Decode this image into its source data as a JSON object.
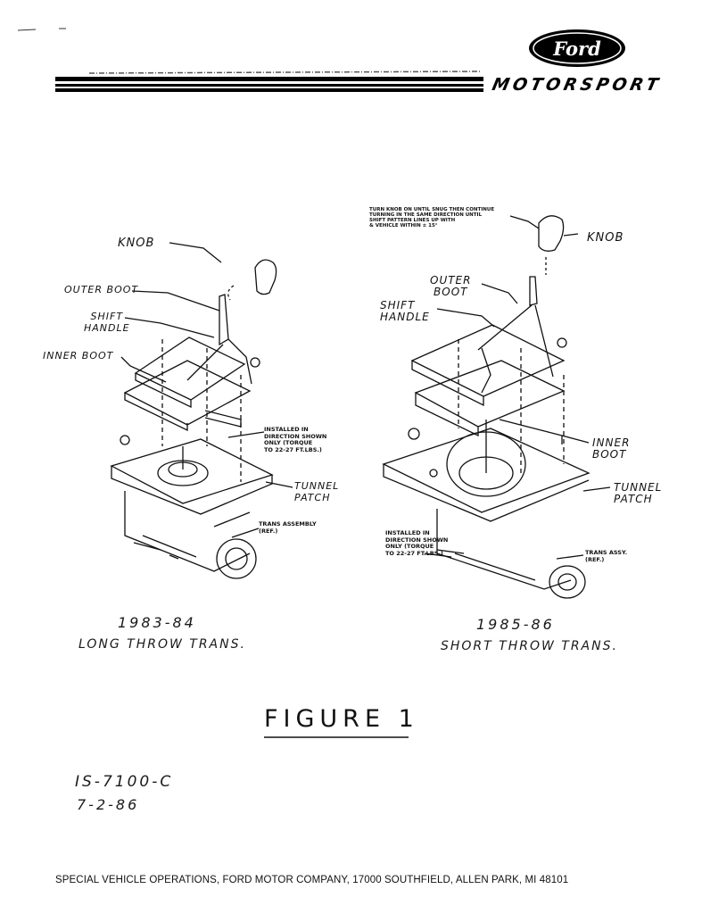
{
  "header": {
    "logo_text": "Ford",
    "brand_text": "MOTORSPORT"
  },
  "left_diagram": {
    "labels": {
      "knob": "KNOB",
      "outer_boot": "OUTER BOOT",
      "shift_handle": "SHIFT\nHANDLE",
      "inner_boot": "INNER BOOT",
      "installed_note": "INSTALLED IN\nDIRECTION SHOWN\nONLY (TORQUE\nTO 22-27 FT.LBS.)",
      "tunnel_patch": "TUNNEL\nPATCH",
      "trans_assembly": "TRANS ASSEMBLY\n(REF.)"
    },
    "years": "1983-84",
    "caption": "LONG THROW TRANS."
  },
  "right_diagram": {
    "labels": {
      "knob_note": "TURN KNOB ON UNTIL SNUG THEN CONTINUE\nTURNING IN THE SAME DIRECTION UNTIL\nSHIFT PATTERN LINES UP WITH\n& VEHICLE WITHIN ± 15°",
      "knob": "KNOB",
      "outer_boot": "OUTER\nBOOT",
      "shift_handle": "SHIFT\nHANDLE",
      "inner_boot": "INNER\nBOOT",
      "tunnel_patch": "TUNNEL\nPATCH",
      "installed_note": "INSTALLED IN\nDIRECTION SHOWN\nONLY (TORQUE\nTO 22-27 FT.LBS.)",
      "trans_assy": "TRANS ASSY.\n(REF.)"
    },
    "years": "1985-86",
    "caption": "SHORT THROW TRANS."
  },
  "figure_title": "FIGURE 1",
  "doc_ref": {
    "number": "IS-7100-C",
    "date": "7-2-86"
  },
  "footer": "SPECIAL VEHICLE OPERATIONS, FORD MOTOR COMPANY, 17000 SOUTHFIELD, ALLEN PARK, MI 48101"
}
